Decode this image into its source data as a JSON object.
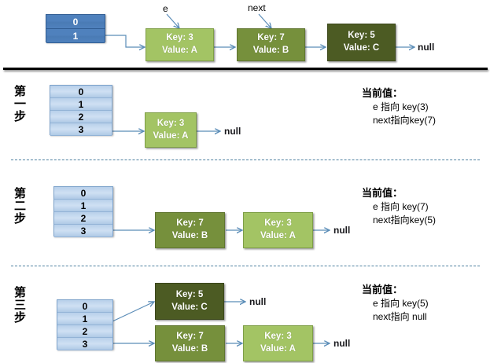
{
  "diagram": {
    "title": "HashMap rehash linked-list transfer illustration",
    "colors": {
      "node_light_green": "#A3C464",
      "node_medium_green": "#76903C",
      "node_dark_green": "#4C5B23",
      "bucket_dark_blue": "#4F81BD",
      "bucket_light_blue": "#CFE0F3",
      "arrow_blue": "#5B8DB8",
      "divider_dashed": "#4F81A0"
    },
    "null_label": "null"
  },
  "top_section": {
    "bucket_table": {
      "cells": [
        "0",
        "1"
      ]
    },
    "pointer_labels": {
      "e": "e",
      "next": "next"
    },
    "nodes": [
      {
        "key": "Key: 3",
        "value": "Value: A",
        "shade": "light"
      },
      {
        "key": "Key: 7",
        "value": "Value: B",
        "shade": "medium"
      },
      {
        "key": "Key: 5",
        "value": "Value: C",
        "shade": "dark"
      }
    ],
    "terminator": "null"
  },
  "steps": [
    {
      "step_label": "第一步",
      "bucket_table": {
        "cells": [
          "0",
          "1",
          "2",
          "3"
        ]
      },
      "nodes": [
        {
          "key": "Key: 3",
          "value": "Value: A",
          "shade": "light"
        }
      ],
      "terminator": "null",
      "panel": {
        "title": "当前值：",
        "lines": [
          "e 指向 key(3)",
          "next指向key(7)"
        ]
      }
    },
    {
      "step_label": "第二步",
      "bucket_table": {
        "cells": [
          "0",
          "1",
          "2",
          "3"
        ]
      },
      "nodes": [
        {
          "key": "Key: 7",
          "value": "Value: B",
          "shade": "medium"
        },
        {
          "key": "Key: 3",
          "value": "Value: A",
          "shade": "light"
        }
      ],
      "terminator": "null",
      "panel": {
        "title": "当前值：",
        "lines": [
          "e 指向 key(7)",
          "next指向key(5)"
        ]
      }
    },
    {
      "step_label": "第三步",
      "bucket_table": {
        "cells": [
          "0",
          "1",
          "2",
          "3"
        ]
      },
      "chain_upper": [
        {
          "key": "Key: 5",
          "value": "Value: C",
          "shade": "dark"
        }
      ],
      "chain_upper_terminator": "null",
      "chain_lower": [
        {
          "key": "Key: 7",
          "value": "Value: B",
          "shade": "medium"
        },
        {
          "key": "Key: 3",
          "value": "Value: A",
          "shade": "light"
        }
      ],
      "chain_lower_terminator": "null",
      "panel": {
        "title": "当前值：",
        "lines": [
          "e 指向 key(5)",
          "next指向 null"
        ]
      }
    }
  ]
}
